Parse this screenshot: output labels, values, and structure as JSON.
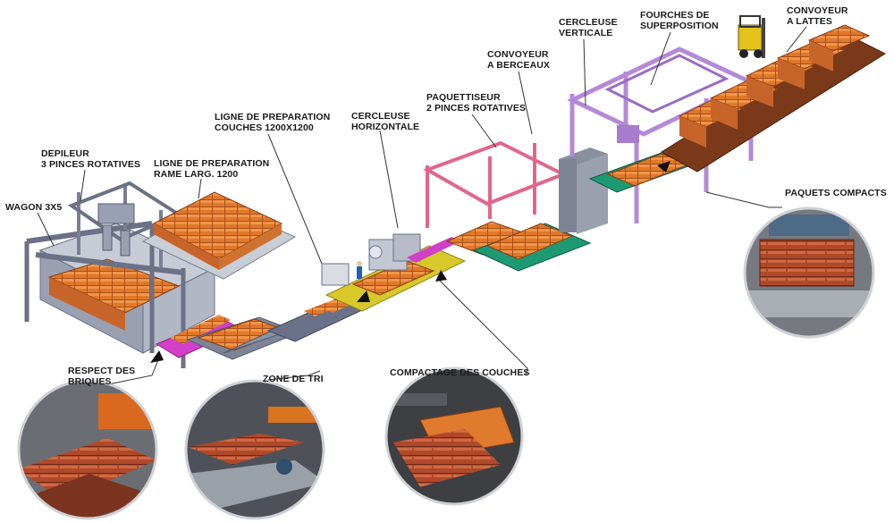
{
  "labels": {
    "wagon": [
      "WAGON 3X5"
    ],
    "depileur": [
      "DEPILEUR",
      "3 PINCES ROTATIVES"
    ],
    "ligne_rame": [
      "LIGNE DE PREPARATION",
      "RAME LARG. 1200"
    ],
    "ligne_couches": [
      "LIGNE DE PREPARATION",
      "COUCHES 1200X1200"
    ],
    "cercleuse_h": [
      "CERCLEUSE",
      "HORIZONTALE"
    ],
    "paquettiseur": [
      "PAQUETTISEUR",
      "2 PINCES ROTATIVES"
    ],
    "convoyeur_berceaux": [
      "CONVOYEUR",
      "A BERCEAUX"
    ],
    "cercleuse_v": [
      "CERCLEUSE",
      "VERTICALE"
    ],
    "fourches": [
      "FOURCHES DE",
      "SUPERPOSITION"
    ],
    "convoyeur_lattes": [
      "CONVOYEUR",
      "A LATTES"
    ],
    "paquets_compacts": [
      "PAQUETS COMPACTS"
    ],
    "respect": [
      "RESPECT DES",
      "BRIQUES"
    ],
    "zone_tri": [
      "ZONE DE TRI"
    ],
    "compactage": [
      "COMPACTAGE DES COUCHES"
    ]
  },
  "colors": {
    "frame_grey": "#8c93a6",
    "brick": "#e0782a",
    "magenta": "#d23fc8",
    "pink_frame": "#e2668a",
    "green": "#1e9a72",
    "violet": "#b48ad8",
    "yellow": "#d8c82a"
  }
}
